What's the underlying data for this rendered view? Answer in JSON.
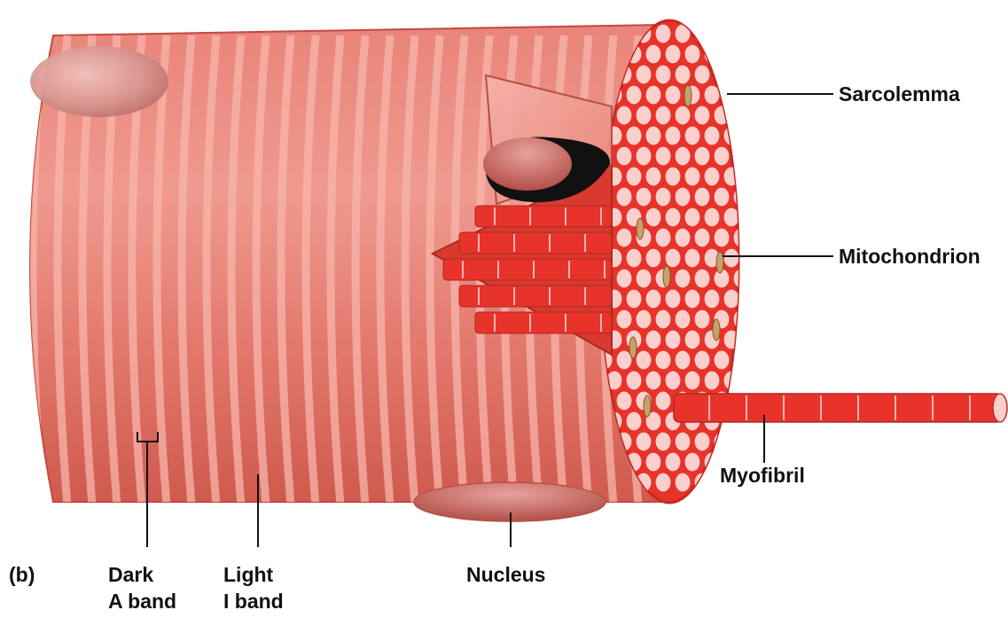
{
  "figure": {
    "panel_tag": "(b)",
    "labels": {
      "sarcolemma": "Sarcolemma",
      "mitochondrion": "Mitochondrion",
      "myofibril": "Myofibril",
      "nucleus": "Nucleus",
      "dark_band_line1": "Dark",
      "dark_band_line2": "A band",
      "light_band_line1": "Light",
      "light_band_line2": "I band"
    }
  },
  "colors": {
    "fiber_surface": "#e87a6a",
    "fiber_dark": "#c94a3c",
    "myofibril_red": "#e8332a",
    "myofibril_face": "#fbd0cc",
    "nucleus": "#d98b86",
    "mitochondrion": "#c8a26a",
    "leader_line": "#111111"
  }
}
